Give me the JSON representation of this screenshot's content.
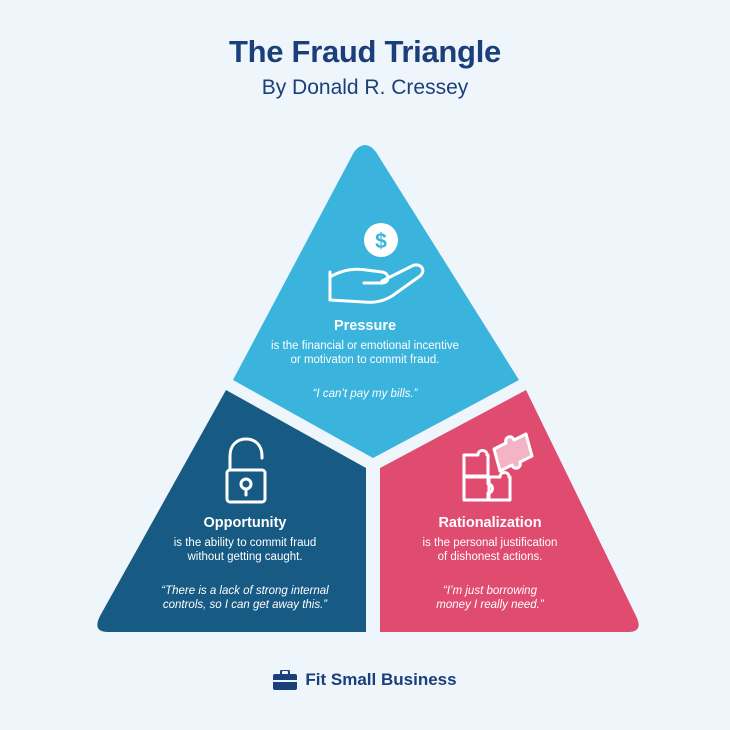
{
  "header": {
    "title": "The Fraud Triangle",
    "subtitle": "By Donald R. Cressey"
  },
  "sections": {
    "pressure": {
      "label": "Pressure",
      "description_line1": "is the financial or emotional incentive",
      "description_line2": "or motivaton to commit fraud.",
      "quote": "“I can’t pay my bills.”",
      "icon": "hand-coin-icon",
      "color": "#3ab3dd"
    },
    "opportunity": {
      "label": "Opportunity",
      "description_line1": "is the ability to commit fraud",
      "description_line2": "without getting caught.",
      "quote_line1": "“There is a lack of strong internal",
      "quote_line2": "controls, so I can get away this.”",
      "icon": "unlocked-padlock-icon",
      "color": "#175a84"
    },
    "rationalization": {
      "label": "Rationalization",
      "description_line1": "is the personal justification",
      "description_line2": "of dishonest actions.",
      "quote_line1": "“I’m just borrowing",
      "quote_line2": "money I really need.”",
      "icon": "puzzle-icon",
      "color": "#e04b70"
    }
  },
  "brand": {
    "name": "Fit Small Business",
    "icon": "briefcase-icon"
  }
}
